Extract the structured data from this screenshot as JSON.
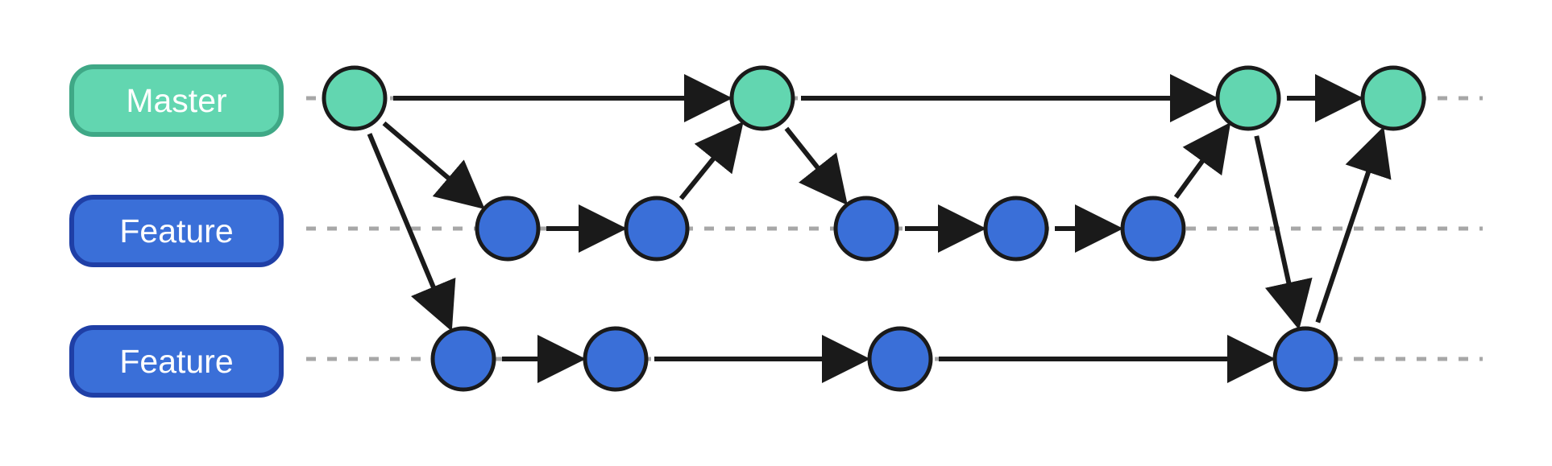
{
  "lanes": [
    {
      "label": "Master"
    },
    {
      "label": "Feature"
    },
    {
      "label": "Feature"
    }
  ],
  "colors": {
    "master_fill": "#62d6b0",
    "master_stroke": "#3fa886",
    "feature_fill": "#3a6fd8",
    "feature_stroke": "#1f3fa6",
    "arrow": "#1a1a1a",
    "lane_line": "#a7a7a7"
  },
  "commits": [
    {
      "id": "m1",
      "lane": 0
    },
    {
      "id": "m2",
      "lane": 0
    },
    {
      "id": "m3",
      "lane": 0
    },
    {
      "id": "m4",
      "lane": 0
    },
    {
      "id": "a1",
      "lane": 1
    },
    {
      "id": "a2",
      "lane": 1
    },
    {
      "id": "a3",
      "lane": 1
    },
    {
      "id": "a4",
      "lane": 1
    },
    {
      "id": "a5",
      "lane": 1
    },
    {
      "id": "b1",
      "lane": 2
    },
    {
      "id": "b2",
      "lane": 2
    },
    {
      "id": "b3",
      "lane": 2
    },
    {
      "id": "b4",
      "lane": 2
    }
  ],
  "edges": [
    {
      "from": "m1",
      "to": "m2"
    },
    {
      "from": "m2",
      "to": "m3"
    },
    {
      "from": "m3",
      "to": "m4"
    },
    {
      "from": "m1",
      "to": "a1"
    },
    {
      "from": "m1",
      "to": "b1"
    },
    {
      "from": "a1",
      "to": "a2"
    },
    {
      "from": "a2",
      "to": "m2"
    },
    {
      "from": "m2",
      "to": "a3"
    },
    {
      "from": "a3",
      "to": "a4"
    },
    {
      "from": "a4",
      "to": "a5"
    },
    {
      "from": "a5",
      "to": "m3"
    },
    {
      "from": "b1",
      "to": "b2"
    },
    {
      "from": "b2",
      "to": "b3"
    },
    {
      "from": "b3",
      "to": "b4"
    },
    {
      "from": "m3",
      "to": "b4"
    },
    {
      "from": "b4",
      "to": "m4"
    }
  ]
}
